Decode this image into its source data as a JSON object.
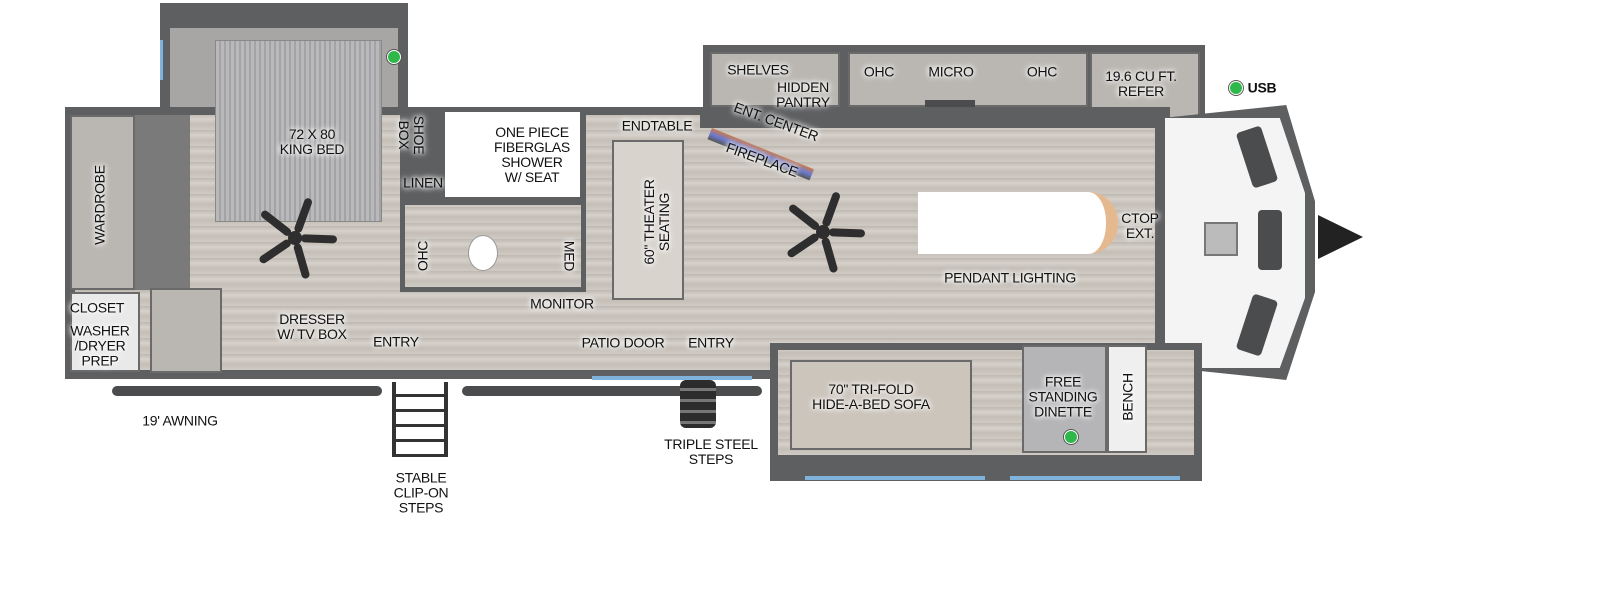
{
  "colors": {
    "wall": "#5e5f61",
    "floor": "#c9c4be",
    "window": "#7fb3dc",
    "usb_dot": "#2fb84a",
    "island": "#ffffff",
    "counter": "#f4f4f4"
  },
  "rooms": {
    "bedroom": {
      "bed": "72 X 80\nKING BED",
      "wardrobe": "WARDROBE",
      "closet": "CLOSET",
      "washer": "WASHER\n/DRYER\nPREP",
      "dresser": "DRESSER\nW/ TV BOX",
      "entry": "ENTRY"
    },
    "bath": {
      "shoe_box": "SHOE\nBOX",
      "linen": "LINEN",
      "shower": "ONE PIECE\nFIBERGLAS\nSHOWER\nW/ SEAT",
      "ohc": "OHC",
      "med": "MED"
    },
    "living": {
      "monitor": "MONITOR",
      "endtable": "ENDTABLE",
      "theater": "60\" THEATER\nSEATING",
      "patio_door": "PATIO DOOR",
      "entry": "ENTRY",
      "shelves": "SHELVES",
      "pantry": "HIDDEN\nPANTRY",
      "ent_center": "ENT. CENTER",
      "fireplace": "FIREPLACE"
    },
    "kitchen": {
      "ohc_left": "OHC",
      "micro": "MICRO",
      "ohc_right": "OHC",
      "refer": "19.6 CU FT.\nREFER",
      "ctop": "CTOP\nEXT.",
      "pendant": "PENDANT LIGHTING",
      "usb": "USB"
    },
    "slide": {
      "sofa": "70\" TRI-FOLD\nHIDE-A-BED SOFA",
      "dinette": "FREE\nSTANDING\nDINETTE",
      "bench": "BENCH"
    }
  },
  "exterior": {
    "awning": "19' AWNING",
    "clip_steps": "STABLE\nCLIP-ON\nSTEPS",
    "triple_steps": "TRIPLE STEEL\nSTEPS"
  }
}
